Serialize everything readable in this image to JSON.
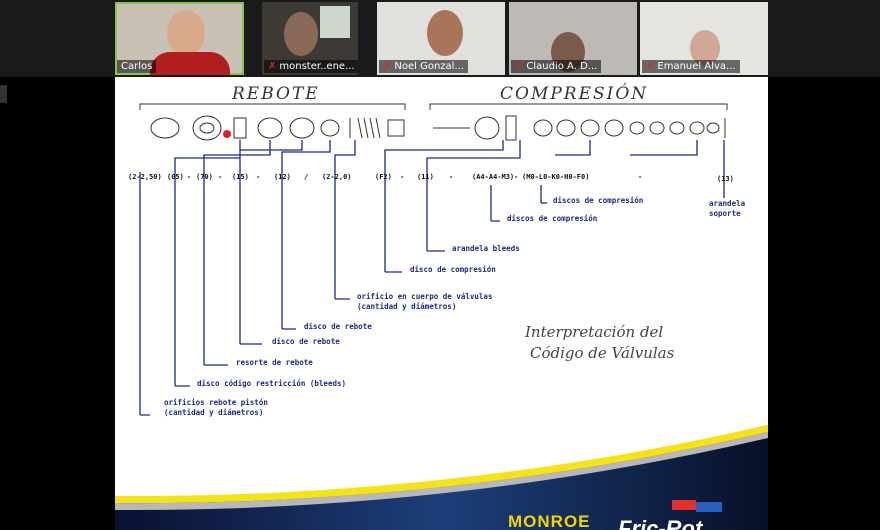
{
  "participants": [
    {
      "name": "Carlos",
      "muted": false,
      "active": true
    },
    {
      "name": "monster..ene...",
      "muted": true
    },
    {
      "name": "Noel Gonzal...",
      "muted": true
    },
    {
      "name": "Claudio A. D...",
      "muted": true
    },
    {
      "name": "Emanuel Alva...",
      "muted": true
    }
  ],
  "slide": {
    "section_rebote": "REBOTE",
    "section_compresion": "COMPRESIÓN",
    "codes": [
      "(2-2,50)",
      "(05)",
      "-",
      "(70)",
      "-",
      "(15)",
      "-",
      "(12)",
      "/",
      "(2-2,0)",
      "(F2)",
      "-",
      "(11)",
      "-",
      "(A4-A4-M3)",
      "-",
      "(M0-L0-K0-H0-F0)",
      "-",
      "(13)"
    ],
    "labels": {
      "orificios_rebote": "orificios rebote pistón",
      "orificios_rebote_2": "(cantidad y diámetros)",
      "disco_codigo": "disco código restricción (bleeds)",
      "resorte": "resorte de rebote",
      "disco_rebote_1": "disco de rebote",
      "disco_rebote_2": "disco de rebote",
      "orificio_cuerpo": "orificio en cuerpo de válvulas",
      "orificio_cuerpo_2": "(cantidad y diámetros)",
      "disco_compresion": "disco de compresión",
      "arandela_bleeds": "arandela bleeds",
      "discos_compresion_1": "discos de compresión",
      "discos_compresion_2": "discos de compresión",
      "arandela_soporte": "arandela",
      "arandela_soporte_2": "soporte"
    },
    "title_line1": "Interpretación del",
    "title_line2": "Código de Válvulas",
    "logo_monroe": "MONROE",
    "logo_fricrot": "Fric-Rot"
  }
}
